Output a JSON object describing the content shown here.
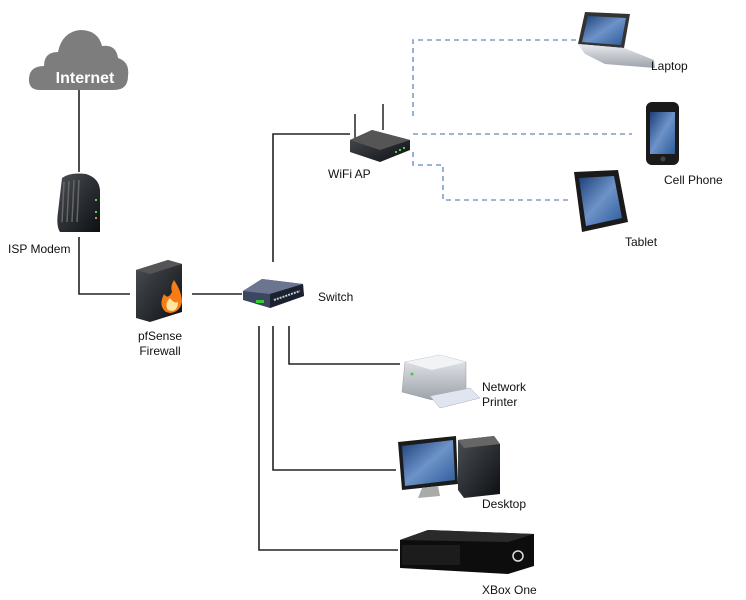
{
  "colors": {
    "wired": "#222222",
    "wireless": "#7f9dc9",
    "cloud": "#7d7d7d"
  },
  "nodes": {
    "internet": {
      "label": "Internet",
      "icon": "cloud-icon"
    },
    "modem": {
      "label": "ISP Modem",
      "icon": "modem-icon"
    },
    "firewall": {
      "label_1": "pfSense",
      "label_2": "Firewall",
      "icon": "firewall-icon"
    },
    "switch": {
      "label": "Switch",
      "icon": "switch-icon"
    },
    "wifi_ap": {
      "label": "WiFi AP",
      "icon": "router-icon"
    },
    "laptop": {
      "label": "Laptop",
      "icon": "laptop-icon"
    },
    "cell_phone": {
      "label": "Cell Phone",
      "icon": "phone-icon"
    },
    "tablet": {
      "label": "Tablet",
      "icon": "tablet-icon"
    },
    "printer": {
      "label_1": "Network",
      "label_2": "Printer",
      "icon": "printer-icon"
    },
    "desktop": {
      "label": "Desktop",
      "icon": "desktop-icon"
    },
    "xbox": {
      "label": "XBox One",
      "icon": "game-console-icon"
    }
  },
  "edges": [
    {
      "from": "Internet",
      "to": "ISP Modem",
      "type": "wired"
    },
    {
      "from": "ISP Modem",
      "to": "pfSense Firewall",
      "type": "wired"
    },
    {
      "from": "pfSense Firewall",
      "to": "Switch",
      "type": "wired"
    },
    {
      "from": "Switch",
      "to": "WiFi AP",
      "type": "wired"
    },
    {
      "from": "Switch",
      "to": "Network Printer",
      "type": "wired"
    },
    {
      "from": "Switch",
      "to": "Desktop",
      "type": "wired"
    },
    {
      "from": "Switch",
      "to": "XBox One",
      "type": "wired"
    },
    {
      "from": "WiFi AP",
      "to": "Laptop",
      "type": "wireless"
    },
    {
      "from": "WiFi AP",
      "to": "Cell Phone",
      "type": "wireless"
    },
    {
      "from": "WiFi AP",
      "to": "Tablet",
      "type": "wireless"
    }
  ]
}
